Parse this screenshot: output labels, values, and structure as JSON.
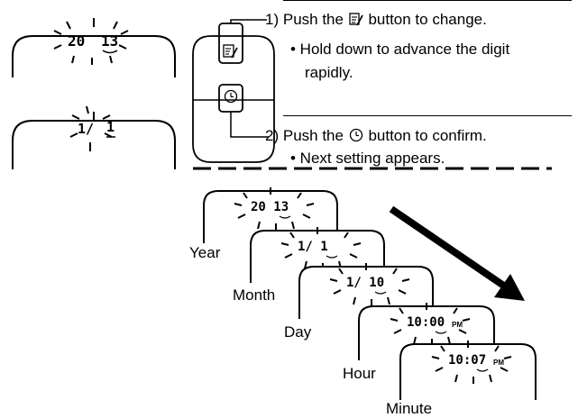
{
  "steps": [
    {
      "num": "1)",
      "text_before": "Push the",
      "button_icon": "edit-icon",
      "text_after": "button to change.",
      "bullet": "• Hold down to advance the digit",
      "bullet_cont": "rapidly."
    },
    {
      "num": "2)",
      "text_before": "Push the",
      "button_icon": "clock-icon",
      "text_after": "button to confirm.",
      "bullet": "• Next setting appears."
    }
  ],
  "top_displays": {
    "year": {
      "left": "20",
      "right": "13"
    },
    "month": {
      "left": "1/",
      "right": "1"
    }
  },
  "sequence": [
    {
      "label": "Year",
      "digits": "20  13",
      "suffix": ""
    },
    {
      "label": "Month",
      "digits": "1/  1",
      "suffix": ""
    },
    {
      "label": "Day",
      "digits": "1/ 10",
      "suffix": ""
    },
    {
      "label": "Hour",
      "digits": "10:00",
      "suffix": "PM"
    },
    {
      "label": "Minute",
      "digits": "10:07",
      "suffix": "PM"
    }
  ],
  "colors": {
    "ink": "#000000",
    "background": "#ffffff"
  }
}
